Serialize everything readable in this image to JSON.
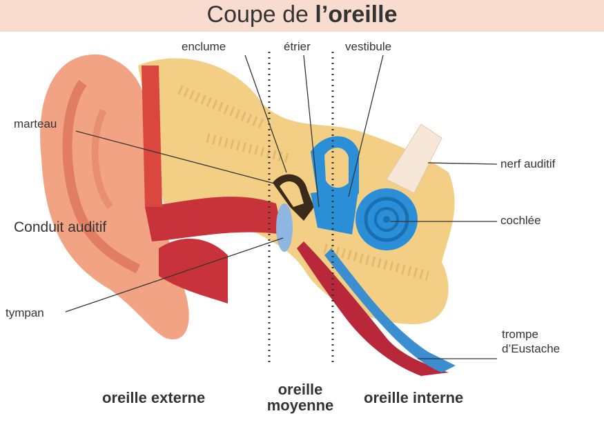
{
  "title": {
    "part1": "Coupe de ",
    "part2": "l’oreille"
  },
  "labels": {
    "enclume": "enclume",
    "etrier": "étrier",
    "vestibule": "vestibule",
    "marteau": "marteau",
    "nerf": "nerf auditif",
    "conduit": "Conduit auditif",
    "cochlee": "cochlée",
    "tympan": "tympan",
    "trompe1": "trompe",
    "trompe2": "d’Eustache"
  },
  "sections": {
    "externe": "oreille externe",
    "moyenne1": "oreille",
    "moyenne2": "moyenne",
    "interne": "oreille interne"
  },
  "colors": {
    "skin": "#f2a383",
    "bone": "#f3cf85",
    "canal": "#c8323a",
    "inner": "#2a8fd6",
    "title_bg": "#f8dccf"
  }
}
